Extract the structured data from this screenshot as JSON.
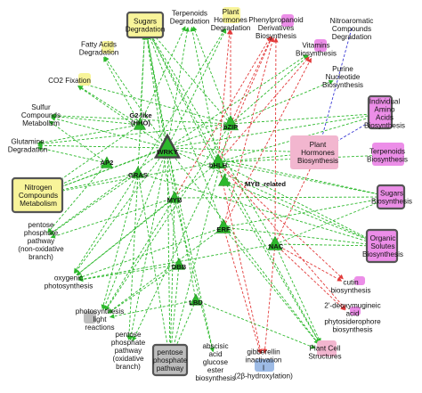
{
  "colors": {
    "green_edge": "#2db92d",
    "red_edge": "#e23a3a",
    "blue_edge": "#3b3bd6",
    "tf_fill": "#2db82d",
    "yellow": "#f8f49a",
    "pink": "#f2b6cf",
    "magenta": "#ec8ee8",
    "gray": "#bdbdbd",
    "blue_box": "#9dbbe6",
    "border_dark": "#555555"
  },
  "tf_nodes": [
    {
      "id": "wrky",
      "label": "WRKY",
      "icon": "triangle-large-icon"
    },
    {
      "id": "bzip",
      "label": "bZIP",
      "icon": "triangle-icon"
    },
    {
      "id": "bhlh",
      "label": "bHLH",
      "icon": "triangle-icon"
    },
    {
      "id": "g2",
      "label": "G2-like\n(HHO)",
      "icon": "triangle-icon"
    },
    {
      "id": "ap2",
      "label": "AP2",
      "icon": "triangle-icon"
    },
    {
      "id": "gras",
      "label": "GRAS",
      "icon": "triangle-icon"
    },
    {
      "id": "myb",
      "label": "MYB",
      "icon": "triangle-icon"
    },
    {
      "id": "mybrel",
      "label": "MYB_related",
      "icon": "triangle-icon"
    },
    {
      "id": "erf",
      "label": "ERF",
      "icon": "triangle-icon"
    },
    {
      "id": "nac",
      "label": "NAC",
      "icon": "triangle-icon"
    },
    {
      "id": "dbb",
      "label": "DBB",
      "icon": "triangle-icon"
    },
    {
      "id": "lbd",
      "label": "LBD",
      "icon": "triangle-icon"
    }
  ],
  "pathway_nodes": [
    {
      "id": "sugdeg",
      "label": "Sugars\nDegradation",
      "fill": "yellow",
      "bold_border": true
    },
    {
      "id": "terpdeg",
      "label": "Terpenoids\nDegradation",
      "fill": "yellow"
    },
    {
      "id": "phdeg",
      "label": "Plant\nHormones\nDegradation",
      "fill": "yellow"
    },
    {
      "id": "phenyl",
      "label": "Phenylpropanoid\nDerivatives\nBiosynthesis",
      "fill": "magenta"
    },
    {
      "id": "nitroaro",
      "label": "Nitroaromatic\nCompounds\nDegradation",
      "fill": "none"
    },
    {
      "id": "fatty",
      "label": "Fatty Acids\nDegradation",
      "fill": "yellow"
    },
    {
      "id": "vitamins",
      "label": "Vitamins\nBiosynthesis",
      "fill": "magenta"
    },
    {
      "id": "co2",
      "label": "CO2 Fixation",
      "fill": "yellow"
    },
    {
      "id": "purine",
      "label": "Purine\nNucleotide\nBiosynthesis",
      "fill": "magenta"
    },
    {
      "id": "sulfur",
      "label": "Sulfur\nCompounds\nMetabolism",
      "fill": "none"
    },
    {
      "id": "aminoacids",
      "label": "Individual\nAmino\nAcids\nBiosynthesis",
      "fill": "magenta",
      "bold_border": true
    },
    {
      "id": "glutamine",
      "label": "Glutamine\nDegradation",
      "fill": "none"
    },
    {
      "id": "phbio",
      "label": "Plant\nHormones\nBiosynthesis",
      "fill": "pink"
    },
    {
      "id": "terpbio",
      "label": "Terpenoids\nBiosynthesis",
      "fill": "magenta"
    },
    {
      "id": "nitrogen",
      "label": "Nitrogen\nCompounds\nMetabolism",
      "fill": "yellow",
      "bold_border": true
    },
    {
      "id": "sugbio",
      "label": "Sugars\nBiosynthesis",
      "fill": "magenta",
      "bold_border": true
    },
    {
      "id": "ppp_nonox",
      "label": "pentose\nphosphate\npathway\n(non-oxidative\nbranch)",
      "fill": "none"
    },
    {
      "id": "organic",
      "label": "Organic\nSolutes\nBiosynthesis",
      "fill": "magenta",
      "bold_border": true
    },
    {
      "id": "oxyphoto",
      "label": "oxygenic\nphotosynthesis",
      "fill": "none"
    },
    {
      "id": "cutin",
      "label": "cutin\nbiosynthesis",
      "fill": "magenta"
    },
    {
      "id": "lightreac",
      "label": "photosynthesis\nlight\nreactions",
      "fill": "gray"
    },
    {
      "id": "deoxymug",
      "label": "2'-deoxymugineic\nacid\nphytosiderophore\nbiosynthesis",
      "fill": "magenta"
    },
    {
      "id": "ppp_ox",
      "label": "pentose\nphosphate\npathway\n(oxidative\nbranch)",
      "fill": "none"
    },
    {
      "id": "ppp",
      "label": "pentose\nphosphate\npathway",
      "fill": "gray",
      "bold_border": true
    },
    {
      "id": "abscisic",
      "label": "abscisic\nacid\nglucose\nester\nbiosynthesis",
      "fill": "none"
    },
    {
      "id": "gibber",
      "label": "gibberellin\ninactivation\nI\n(2β-hydroxylation)",
      "fill": "blue_box"
    },
    {
      "id": "plantcell",
      "label": "Plant Cell\nStructures",
      "fill": "pink"
    }
  ],
  "edges": [
    {
      "from": "wrky",
      "to": "sugdeg",
      "color": "green"
    },
    {
      "from": "wrky",
      "to": "fatty",
      "color": "green"
    },
    {
      "from": "wrky",
      "to": "co2",
      "color": "green"
    },
    {
      "from": "wrky",
      "to": "sulfur",
      "color": "green"
    },
    {
      "from": "wrky",
      "to": "glutamine",
      "color": "green"
    },
    {
      "from": "wrky",
      "to": "nitrogen",
      "color": "green"
    },
    {
      "from": "wrky",
      "to": "ppp_nonox",
      "color": "green"
    },
    {
      "from": "wrky",
      "to": "oxyphoto",
      "color": "green"
    },
    {
      "from": "wrky",
      "to": "lightreac",
      "color": "green"
    },
    {
      "from": "wrky",
      "to": "ppp_ox",
      "color": "green"
    },
    {
      "from": "wrky",
      "to": "ppp",
      "color": "green"
    },
    {
      "from": "wrky",
      "to": "terpdeg",
      "color": "green"
    },
    {
      "from": "wrky",
      "to": "phdeg",
      "color": "green"
    },
    {
      "from": "wrky",
      "to": "vitamins",
      "color": "green"
    },
    {
      "from": "wrky",
      "to": "phbio",
      "color": "green"
    },
    {
      "from": "wrky",
      "to": "sugbio",
      "color": "green"
    },
    {
      "from": "wrky",
      "to": "organic",
      "color": "green"
    },
    {
      "from": "wrky",
      "to": "aminoacids",
      "color": "green"
    },
    {
      "from": "wrky",
      "to": "plantcell",
      "color": "green"
    },
    {
      "from": "wrky",
      "to": "abscisic",
      "color": "green"
    },
    {
      "from": "bzip",
      "to": "sugdeg",
      "color": "green"
    },
    {
      "from": "bzip",
      "to": "terpdeg",
      "color": "green"
    },
    {
      "from": "bzip",
      "to": "phenyl",
      "color": "red"
    },
    {
      "from": "bzip",
      "to": "phdeg",
      "color": "red"
    },
    {
      "from": "bzip",
      "to": "vitamins",
      "color": "green"
    },
    {
      "from": "bzip",
      "to": "purine",
      "color": "green"
    },
    {
      "from": "bzip",
      "to": "aminoacids",
      "color": "green"
    },
    {
      "from": "bzip",
      "to": "sulfur",
      "color": "green"
    },
    {
      "from": "bzip",
      "to": "co2",
      "color": "green"
    },
    {
      "from": "bzip",
      "to": "glutamine",
      "color": "green"
    },
    {
      "from": "bzip",
      "to": "nitrogen",
      "color": "green"
    },
    {
      "from": "bzip",
      "to": "lightreac",
      "color": "green"
    },
    {
      "from": "bzip",
      "to": "ppp",
      "color": "green"
    },
    {
      "from": "bhlh",
      "to": "sugdeg",
      "color": "green"
    },
    {
      "from": "bhlh",
      "to": "terpdeg",
      "color": "green"
    },
    {
      "from": "bhlh",
      "to": "phenyl",
      "color": "red"
    },
    {
      "from": "bhlh",
      "to": "phdeg",
      "color": "red"
    },
    {
      "from": "bhlh",
      "to": "vitamins",
      "color": "red"
    },
    {
      "from": "bhlh",
      "to": "aminoacids",
      "color": "green"
    },
    {
      "from": "bhlh",
      "to": "phbio",
      "color": "green"
    },
    {
      "from": "bhlh",
      "to": "terpbio",
      "color": "green"
    },
    {
      "from": "bhlh",
      "to": "sugbio",
      "color": "green"
    },
    {
      "from": "bhlh",
      "to": "organic",
      "color": "green"
    },
    {
      "from": "bhlh",
      "to": "cutin",
      "color": "red"
    },
    {
      "from": "bhlh",
      "to": "deoxymug",
      "color": "red"
    },
    {
      "from": "bhlh",
      "to": "gibber",
      "color": "red"
    },
    {
      "from": "bhlh",
      "to": "plantcell",
      "color": "green"
    },
    {
      "from": "bhlh",
      "to": "ppp_ox",
      "color": "green"
    },
    {
      "from": "bhlh",
      "to": "oxyphoto",
      "color": "green"
    },
    {
      "from": "bhlh",
      "to": "nitrogen",
      "color": "green"
    },
    {
      "from": "g2",
      "to": "sugdeg",
      "color": "green"
    },
    {
      "from": "g2",
      "to": "fatty",
      "color": "green"
    },
    {
      "from": "g2",
      "to": "co2",
      "color": "green"
    },
    {
      "from": "g2",
      "to": "sulfur",
      "color": "green"
    },
    {
      "from": "g2",
      "to": "glutamine",
      "color": "green"
    },
    {
      "from": "g2",
      "to": "nitrogen",
      "color": "green"
    },
    {
      "from": "g2",
      "to": "terpdeg",
      "color": "green"
    },
    {
      "from": "ap2",
      "to": "nitrogen",
      "color": "green"
    },
    {
      "from": "ap2",
      "to": "glutamine",
      "color": "green"
    },
    {
      "from": "ap2",
      "to": "sulfur",
      "color": "green"
    },
    {
      "from": "ap2",
      "to": "ppp_nonox",
      "color": "green"
    },
    {
      "from": "gras",
      "to": "sugdeg",
      "color": "green"
    },
    {
      "from": "gras",
      "to": "phdeg",
      "color": "green"
    },
    {
      "from": "gras",
      "to": "nitrogen",
      "color": "green"
    },
    {
      "from": "gras",
      "to": "ppp_nonox",
      "color": "green"
    },
    {
      "from": "gras",
      "to": "oxyphoto",
      "color": "green"
    },
    {
      "from": "gras",
      "to": "lightreac",
      "color": "green"
    },
    {
      "from": "gras",
      "to": "ppp_ox",
      "color": "green"
    },
    {
      "from": "gras",
      "to": "ppp",
      "color": "green"
    },
    {
      "from": "gras",
      "to": "organic",
      "color": "green"
    },
    {
      "from": "myb",
      "to": "sugdeg",
      "color": "green"
    },
    {
      "from": "myb",
      "to": "phenyl",
      "color": "red"
    },
    {
      "from": "myb",
      "to": "ppp_nonox",
      "color": "green"
    },
    {
      "from": "myb",
      "to": "oxyphoto",
      "color": "green"
    },
    {
      "from": "myb",
      "to": "lightreac",
      "color": "green"
    },
    {
      "from": "myb",
      "to": "ppp",
      "color": "green"
    },
    {
      "from": "myb",
      "to": "abscisic",
      "color": "green"
    },
    {
      "from": "myb",
      "to": "sugbio",
      "color": "green"
    },
    {
      "from": "mybrel",
      "to": "sugdeg",
      "color": "green"
    },
    {
      "from": "mybrel",
      "to": "organic",
      "color": "green"
    },
    {
      "from": "mybrel",
      "to": "plantcell",
      "color": "green"
    },
    {
      "from": "erf",
      "to": "sugdeg",
      "color": "green"
    },
    {
      "from": "erf",
      "to": "phenyl",
      "color": "red"
    },
    {
      "from": "erf",
      "to": "vitamins",
      "color": "red"
    },
    {
      "from": "erf",
      "to": "gibber",
      "color": "red"
    },
    {
      "from": "erf",
      "to": "plantcell",
      "color": "green"
    },
    {
      "from": "erf",
      "to": "oxyphoto",
      "color": "green"
    },
    {
      "from": "erf",
      "to": "sugbio",
      "color": "green"
    },
    {
      "from": "erf",
      "to": "organic",
      "color": "green"
    },
    {
      "from": "erf",
      "to": "lightreac",
      "color": "green"
    },
    {
      "from": "nac",
      "to": "sugdeg",
      "color": "green"
    },
    {
      "from": "nac",
      "to": "phenyl",
      "color": "red"
    },
    {
      "from": "nac",
      "to": "phbio",
      "color": "red"
    },
    {
      "from": "nac",
      "to": "cutin",
      "color": "red"
    },
    {
      "from": "nac",
      "to": "deoxymug",
      "color": "red"
    },
    {
      "from": "nac",
      "to": "gibber",
      "color": "red"
    },
    {
      "from": "nac",
      "to": "plantcell",
      "color": "green"
    },
    {
      "from": "nac",
      "to": "organic",
      "color": "green"
    },
    {
      "from": "nac",
      "to": "oxyphoto",
      "color": "green"
    },
    {
      "from": "nac",
      "to": "sugbio",
      "color": "green"
    },
    {
      "from": "dbb",
      "to": "sugdeg",
      "color": "green"
    },
    {
      "from": "dbb",
      "to": "oxyphoto",
      "color": "green"
    },
    {
      "from": "dbb",
      "to": "lightreac",
      "color": "green"
    },
    {
      "from": "dbb",
      "to": "ppp",
      "color": "green"
    },
    {
      "from": "lbd",
      "to": "sugdeg",
      "color": "green"
    },
    {
      "from": "lbd",
      "to": "ppp",
      "color": "green"
    },
    {
      "from": "lbd",
      "to": "lightreac",
      "color": "green"
    },
    {
      "from": "lbd",
      "to": "plantcell",
      "color": "green"
    },
    {
      "from": "nitroaro",
      "to": "phbio",
      "color": "blue"
    },
    {
      "from": "aminoacids",
      "to": "phbio",
      "color": "blue"
    }
  ]
}
